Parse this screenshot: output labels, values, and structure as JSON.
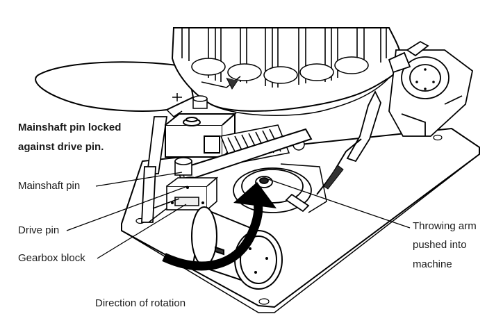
{
  "labels": {
    "note_line_1": "Mainshaft pin locked",
    "note_line_2": "against drive pin.",
    "mainshaft_pin": "Mainshaft pin",
    "drive_pin": "Drive pin",
    "gearbox_block": "Gearbox block",
    "direction_of_rotation": "Direction of rotation",
    "throwing_arm_line_1": "Throwing arm",
    "throwing_arm_line_2": "pushed into",
    "throwing_arm_line_3": "machine"
  },
  "colors": {
    "line": "#000000",
    "background": "#ffffff"
  }
}
